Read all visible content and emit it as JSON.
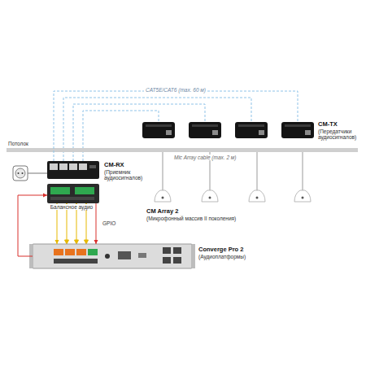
{
  "diagram": {
    "nodes": [
      {
        "text": [
          "CM-TX",
          "(Передатчики аудиосигналов)"
        ]
      },
      {
        "text": [
          "CM-RX",
          "(Приемник аудиосигналов)"
        ]
      },
      {
        "text": [
          "Converge Pro 2",
          "(Аудиоплатформы)"
        ]
      }
    ],
    "edges": [
      {
        "from": 1,
        "to": 0,
        "arrow": "none",
        "label": "CAT5E/CAT6 (max. 60 м)"
      },
      {
        "from": 1,
        "to": 2,
        "arrow": "both",
        "label": "Балансное аудио"
      },
      {
        "from": 1,
        "to": 2,
        "arrow": "to",
        "label": "GPIO"
      },
      {
        "from": 2,
        "to": 1,
        "arrow": "to"
      }
    ],
    "labels": [
      "Потолок",
      "Mic Array cable (max. 2 м)",
      "CM Array 2",
      "(Микрофонный массив II поколения)"
    ]
  }
}
